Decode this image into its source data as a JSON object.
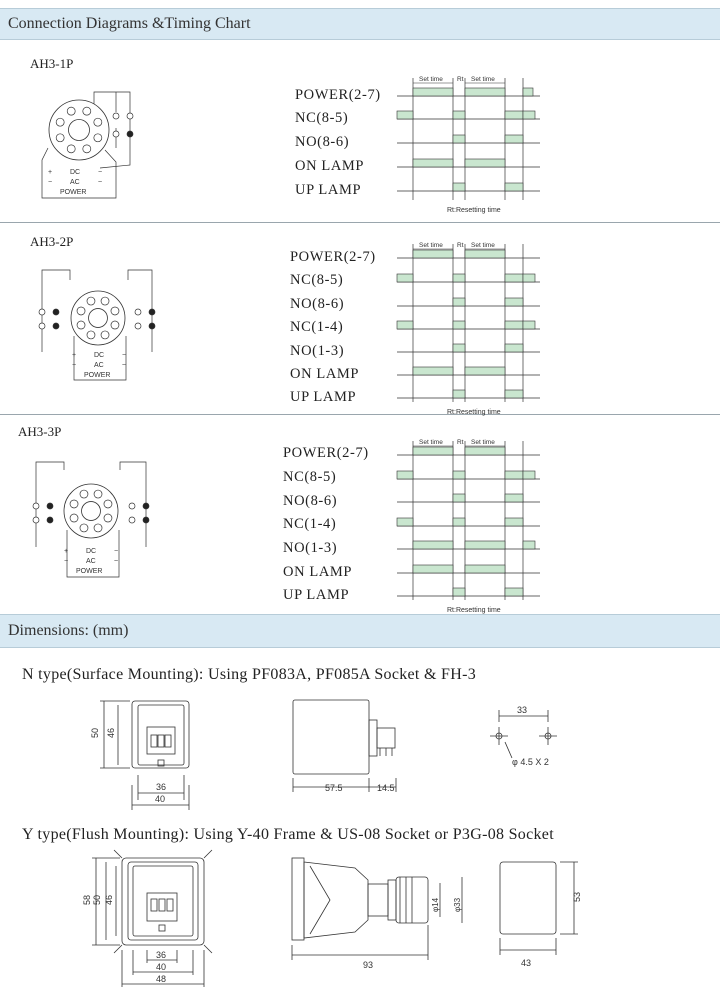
{
  "header": {
    "title": "Connection Diagrams &Timing Chart"
  },
  "dimensions_header": {
    "title": "Dimensions: (mm)"
  },
  "models": [
    {
      "name": "AH3-1P",
      "signals": [
        "POWER(2-7)",
        "NC(8-5)",
        "NO(8-6)",
        "ON LAMP",
        "UP LAMP"
      ]
    },
    {
      "name": "AH3-2P",
      "signals": [
        "POWER(2-7)",
        "NC(8-5)",
        "NO(8-6)",
        "NC(1-4)",
        "NO(1-3)",
        "ON LAMP",
        "UP LAMP"
      ]
    },
    {
      "name": "AH3-3P",
      "signals": [
        "POWER(2-7)",
        "NC(8-5)",
        "NO(8-6)",
        "NC(1-4)",
        "NO(1-3)",
        "ON LAMP",
        "UP LAMP"
      ]
    }
  ],
  "timing_labels": {
    "set_time": "Set time",
    "rt": "Rt",
    "rt_note": "Rt:Resetting time"
  },
  "wiring_labels": {
    "dc": "DC",
    "ac": "AC",
    "power": "POWER",
    "plus": "+",
    "minus": "−",
    "tilde": "~"
  },
  "n_type": {
    "title": "N type(Surface Mounting): Using PF083A, PF085A Socket & FH-3",
    "dims": {
      "h50": "50",
      "h46": "46",
      "w36": "36",
      "w40": "40",
      "l57": "57.5",
      "l14": "14.5",
      "s33": "33",
      "hole": "φ 4.5 X 2"
    }
  },
  "y_type": {
    "title": "Y type(Flush Mounting): Using Y-40 Frame & US-08 Socket or P3G-08 Socket",
    "dims": {
      "h58": "58",
      "h50": "50",
      "h46": "46",
      "w36": "36",
      "w40": "40",
      "w48": "48",
      "l93": "93",
      "d14": "φ14",
      "d33": "φ33",
      "w43": "43",
      "h53": "53"
    }
  }
}
